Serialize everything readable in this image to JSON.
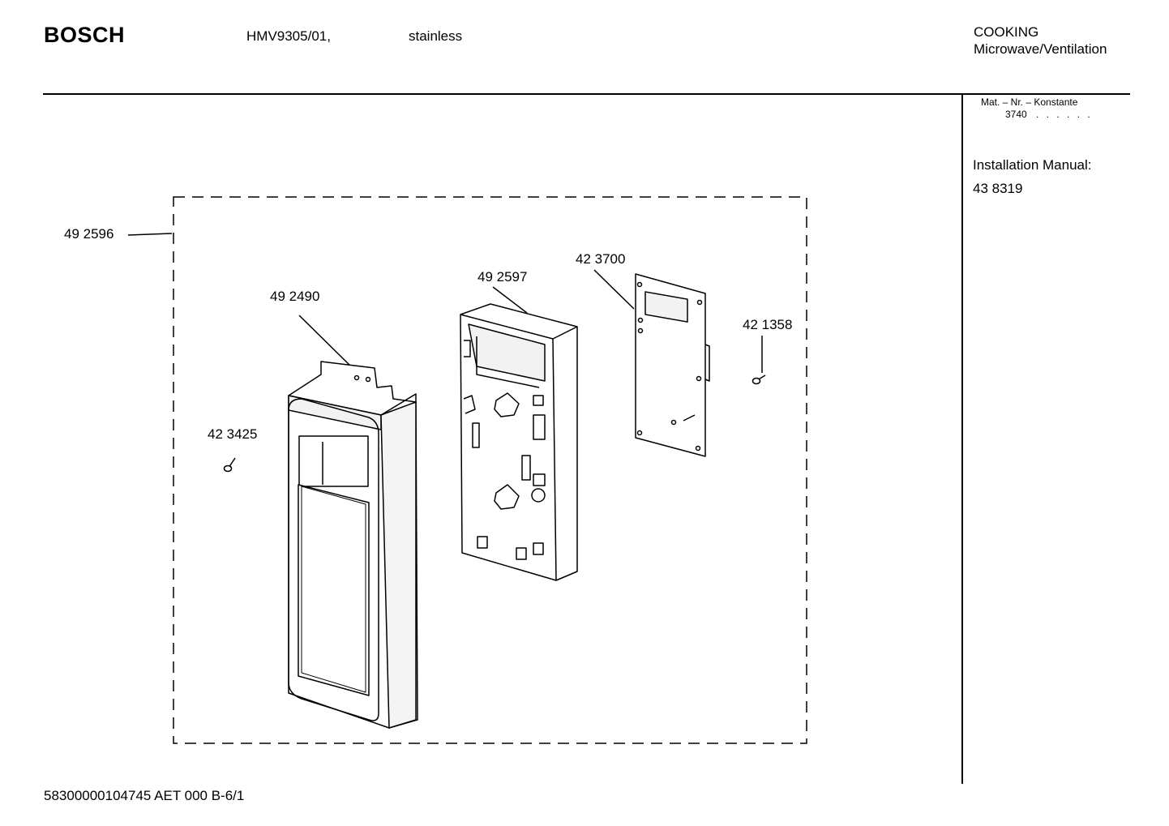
{
  "header": {
    "brand": "BOSCH",
    "model": "HMV9305/01,",
    "finish": "stainless",
    "category": "COOKING",
    "subcategory": "Microwave/Ventilation"
  },
  "sidebar": {
    "mat_label": "Mat. – Nr. – Konstante",
    "mat_number": "3740",
    "mat_dots": ". . . . . .",
    "install_label": "Installation Manual:",
    "install_number": "43 8319"
  },
  "parts": {
    "assembly": "49 2596",
    "front_panel": "49 2490",
    "screw_left": "42 3425",
    "frame": "49 2597",
    "circuit_board": "42 3700",
    "screw_right": "42 1358"
  },
  "footer": {
    "doc_code": "58300000104745 AET 000 B-6/1"
  }
}
